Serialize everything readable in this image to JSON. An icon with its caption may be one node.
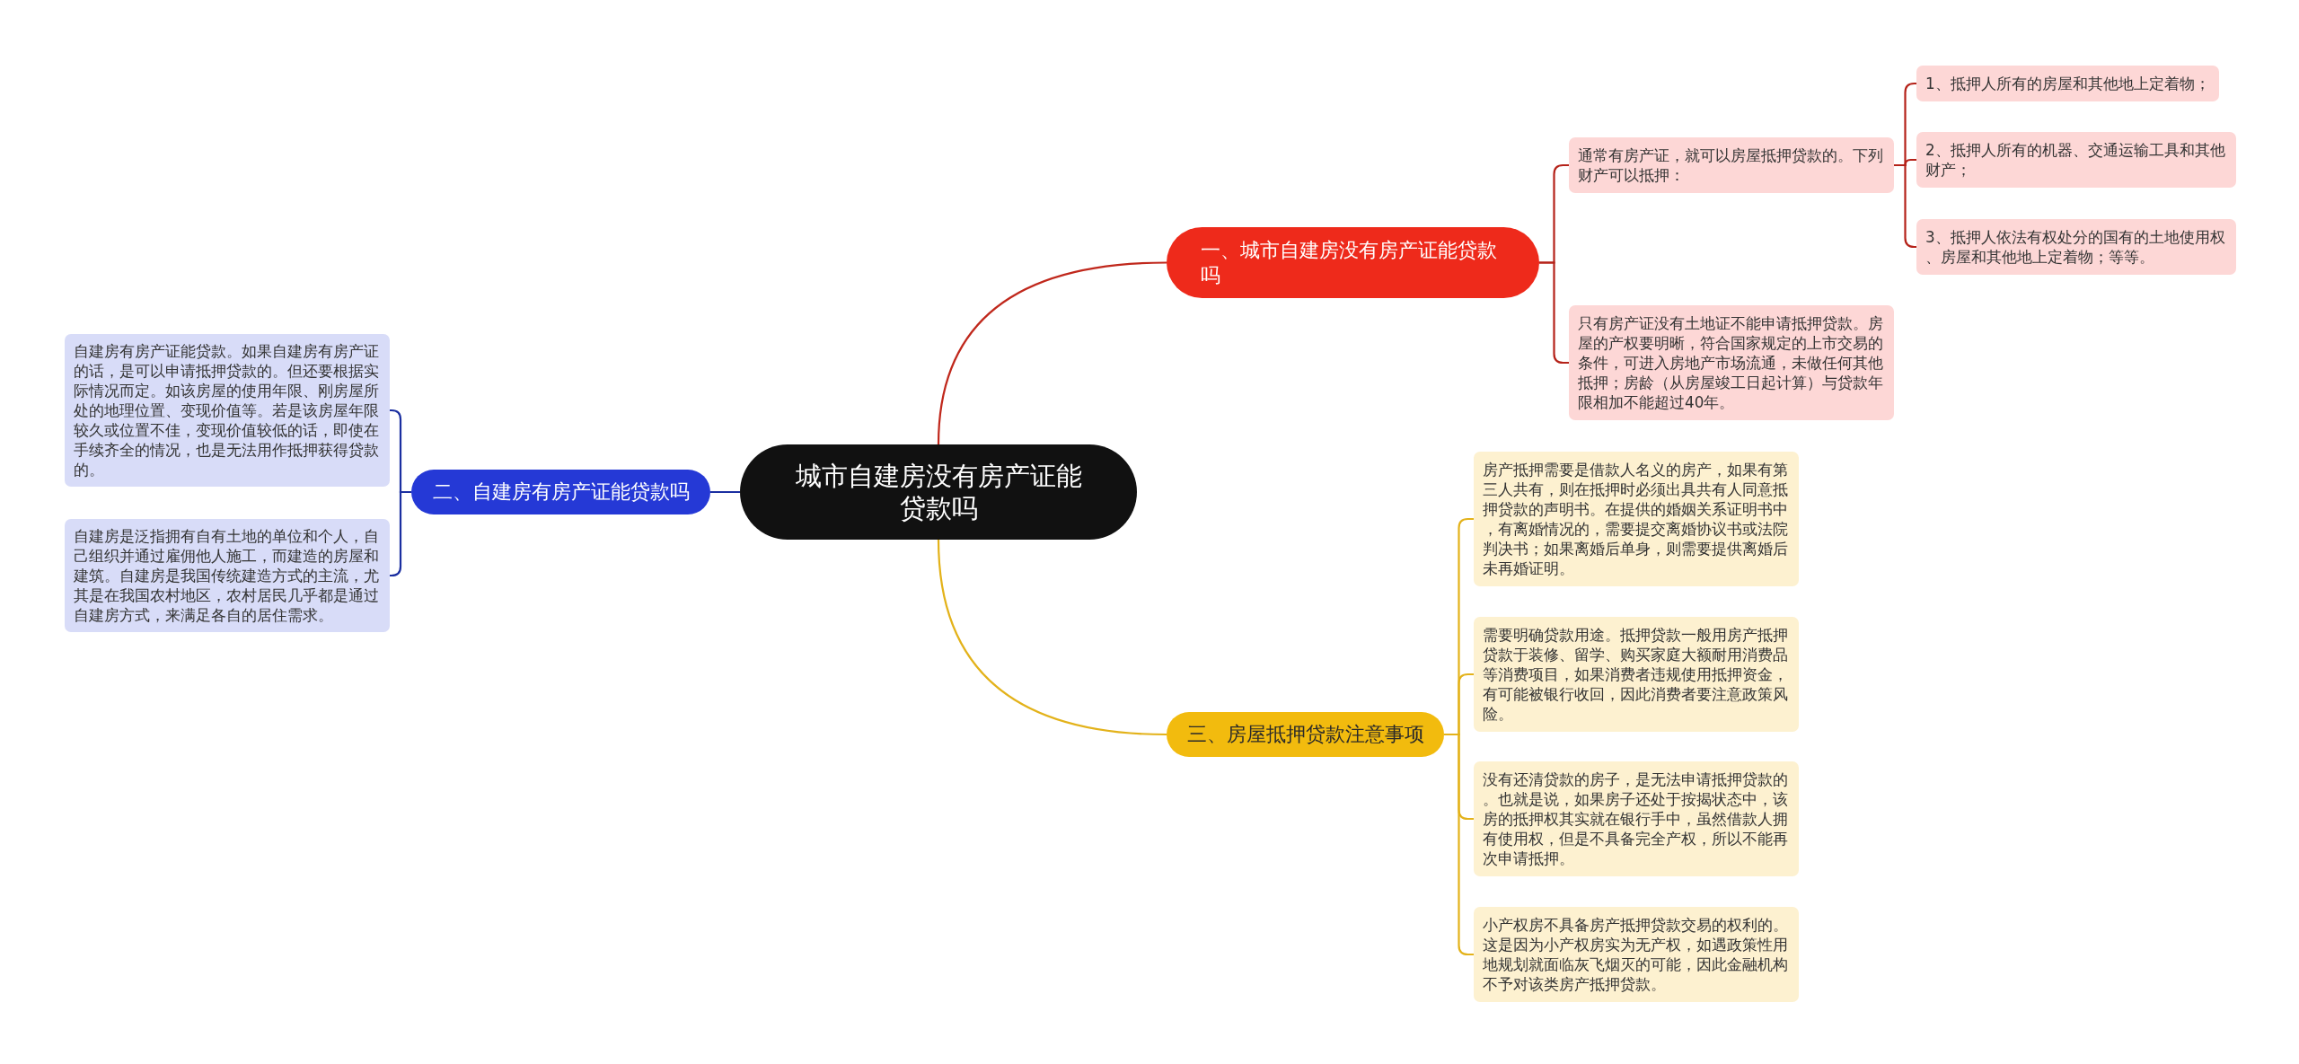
{
  "diagram": {
    "nodes": [
      {
        "text": [
          "城市自建房没有房产证能贷款吗"
        ]
      },
      {
        "text": [
          "一、城市自建房没有房产证能贷款吗"
        ]
      },
      {
        "text": [
          "通常有房产证，就可以房屋抵押贷款的。下列财产可以抵押："
        ]
      },
      {
        "text": [
          "1、抵押人所有的房屋和其他地上定着物；"
        ]
      },
      {
        "text": [
          "2、抵押人所有的机器、交通运输工具和其他财产；"
        ]
      },
      {
        "text": [
          "3、抵押人依法有权处分的国有的土地使用权、房屋和其他地上定着物；等等。"
        ]
      },
      {
        "text": [
          "只有房产证没有土地证不能申请抵押贷款。房屋的产权要明晰，符合国家规定的上市交易的条件，可进入房地产市场流通，未做任何其他抵押；房龄（从房屋竣工日起计算）与贷款年限相加不能超过40年。"
        ]
      },
      {
        "text": [
          "二、自建房有房产证能贷款吗"
        ]
      },
      {
        "text": [
          "自建房有房产证能贷款。如果自建房有房产证的话，是可以申请抵押贷款的。但还要根据实际情况而定。如该房屋的使用年限、刚房屋所处的地理位置、变现价值等。若是该房屋年限较久或位置不佳，变现价值较低的话，即使在手续齐全的情况，也是无法用作抵押获得贷款的。"
        ]
      },
      {
        "text": [
          "自建房是泛指拥有自有土地的单位和个人，自己组织并通过雇佣他人施工，而建造的房屋和建筑。自建房是我国传统建造方式的主流，尤其是在我国农村地区，农村居民几乎都是通过自建房方式，来满足各自的居住需求。"
        ]
      },
      {
        "text": [
          "三、房屋抵押贷款注意事项"
        ]
      },
      {
        "text": [
          "房产抵押需要是借款人名义的房产，如果有第三人共有，则在抵押时必须出具共有人同意抵押贷款的声明书。在提供的婚姻关系证明书中，有离婚情况的，需要提交离婚协议书或法院判决书；如果离婚后单身，则需要提供离婚后未再婚证明。"
        ]
      },
      {
        "text": [
          "需要明确贷款用途。抵押贷款一般用房产抵押贷款于装修、留学、购买家庭大额耐用消费品等消费项目，如果消费者违规使用抵押资金，有可能被银行收回，因此消费者要注意政策风险。"
        ]
      },
      {
        "text": [
          "没有还清贷款的房子，是无法申请抵押贷款的。也就是说，如果房子还处于按揭状态中，该房的抵押权其实就在银行手中，虽然借款人拥有使用权，但是不具备完全产权，所以不能再次申请抵押。"
        ]
      },
      {
        "text": [
          "小产权房不具备房产抵押贷款交易的权利的。这是因为小产权房实为无产权，如遇政策性用地规划就面临灰飞烟灭的可能，因此金融机构不予对该类房产抵押贷款。"
        ]
      }
    ],
    "edges": [
      {
        "from": 0,
        "to": 1,
        "arrow": "none",
        "color": "#c0281c"
      },
      {
        "from": 1,
        "to": 2,
        "arrow": "none",
        "color": "#b52219"
      },
      {
        "from": 2,
        "to": 3,
        "arrow": "none",
        "color": "#b52219"
      },
      {
        "from": 2,
        "to": 4,
        "arrow": "none",
        "color": "#b52219"
      },
      {
        "from": 2,
        "to": 5,
        "arrow": "none",
        "color": "#b52219"
      },
      {
        "from": 1,
        "to": 6,
        "arrow": "none",
        "color": "#b52219"
      },
      {
        "from": 0,
        "to": 7,
        "arrow": "none",
        "color": "#1a2ea0"
      },
      {
        "from": 7,
        "to": 8,
        "arrow": "none",
        "color": "#1a2ea0"
      },
      {
        "from": 7,
        "to": 9,
        "arrow": "none",
        "color": "#1a2ea0"
      },
      {
        "from": 0,
        "to": 10,
        "arrow": "none",
        "color": "#e3b21a"
      },
      {
        "from": 10,
        "to": 11,
        "arrow": "none",
        "color": "#e3b21a"
      },
      {
        "from": 10,
        "to": 12,
        "arrow": "none",
        "color": "#e3b21a"
      },
      {
        "from": 10,
        "to": 13,
        "arrow": "none",
        "color": "#e3b21a"
      },
      {
        "from": 10,
        "to": 14,
        "arrow": "none",
        "color": "#e3b21a"
      }
    ]
  }
}
